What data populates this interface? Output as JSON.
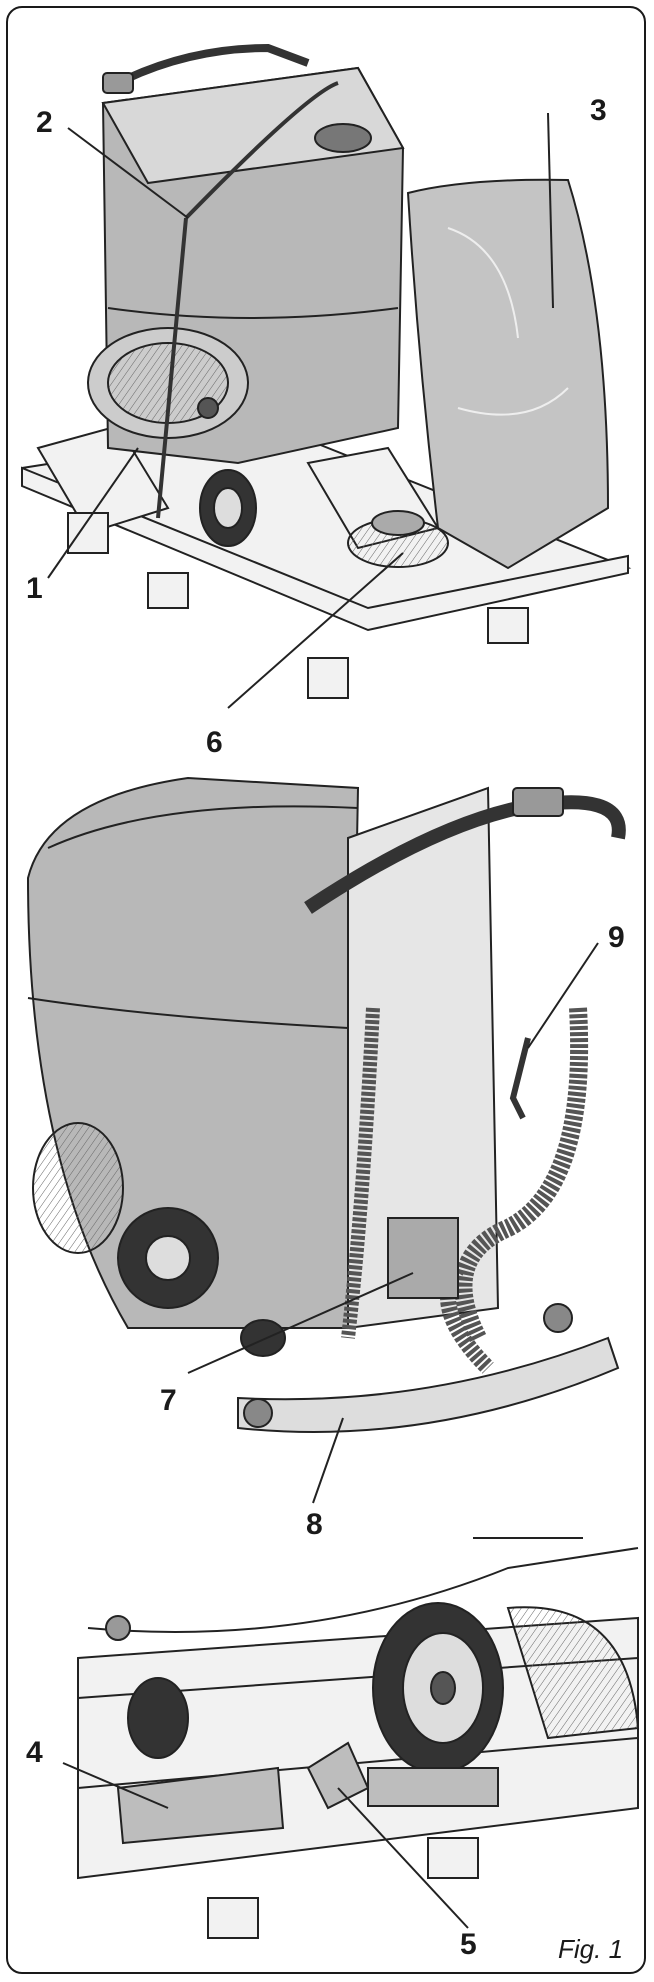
{
  "figure": {
    "label": "Fig. 1",
    "callouts": {
      "c1": "1",
      "c2": "2",
      "c3": "3",
      "c4": "4",
      "c5": "5",
      "c6": "6",
      "c7": "7",
      "c8": "8",
      "c9": "9"
    }
  }
}
